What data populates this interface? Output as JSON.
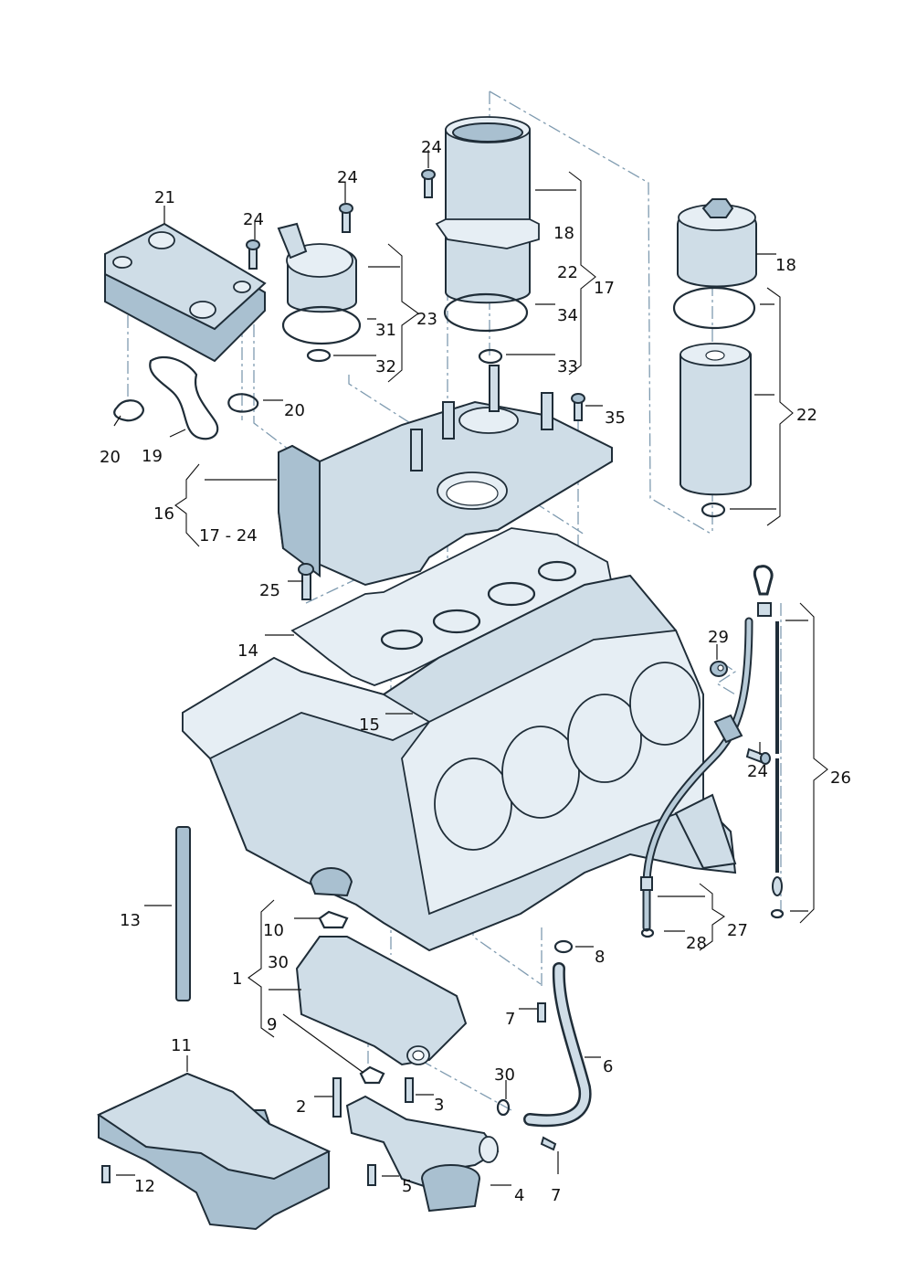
{
  "diagram": {
    "title": "Engine block, oil pump, oil filter housing and oil cooler exploded parts view",
    "colors": {
      "part_fill": "#cfdde7",
      "part_shade": "#a9c0d0",
      "outline": "#1f2d38",
      "axis_line": "#7f9bb0",
      "label": "#111111"
    },
    "callouts": {
      "c21": "21",
      "c24a": "24",
      "c24b": "24",
      "c24c": "24",
      "c24d": "24",
      "c23": "23",
      "c31": "31",
      "c32": "32",
      "c20a": "20",
      "c20b": "20",
      "c19": "19",
      "c18a": "18",
      "c22a": "22",
      "c17": "17",
      "c34": "34",
      "c33": "33",
      "c35": "35",
      "c18b": "18",
      "c22b": "22",
      "c16": "16",
      "c17_24": "17 - 24",
      "c25": "25",
      "c14": "14",
      "c15": "15",
      "c29": "29",
      "c26": "26",
      "c27": "27",
      "c28": "28",
      "c13": "13",
      "c10": "10",
      "c30a": "30",
      "c1": "1",
      "c9": "9",
      "c8": "8",
      "c7a": "7",
      "c6": "6",
      "c30b": "30",
      "c11": "11",
      "c2": "2",
      "c3": "3",
      "c12": "12",
      "c5": "5",
      "c4": "4",
      "c7b": "7"
    }
  }
}
